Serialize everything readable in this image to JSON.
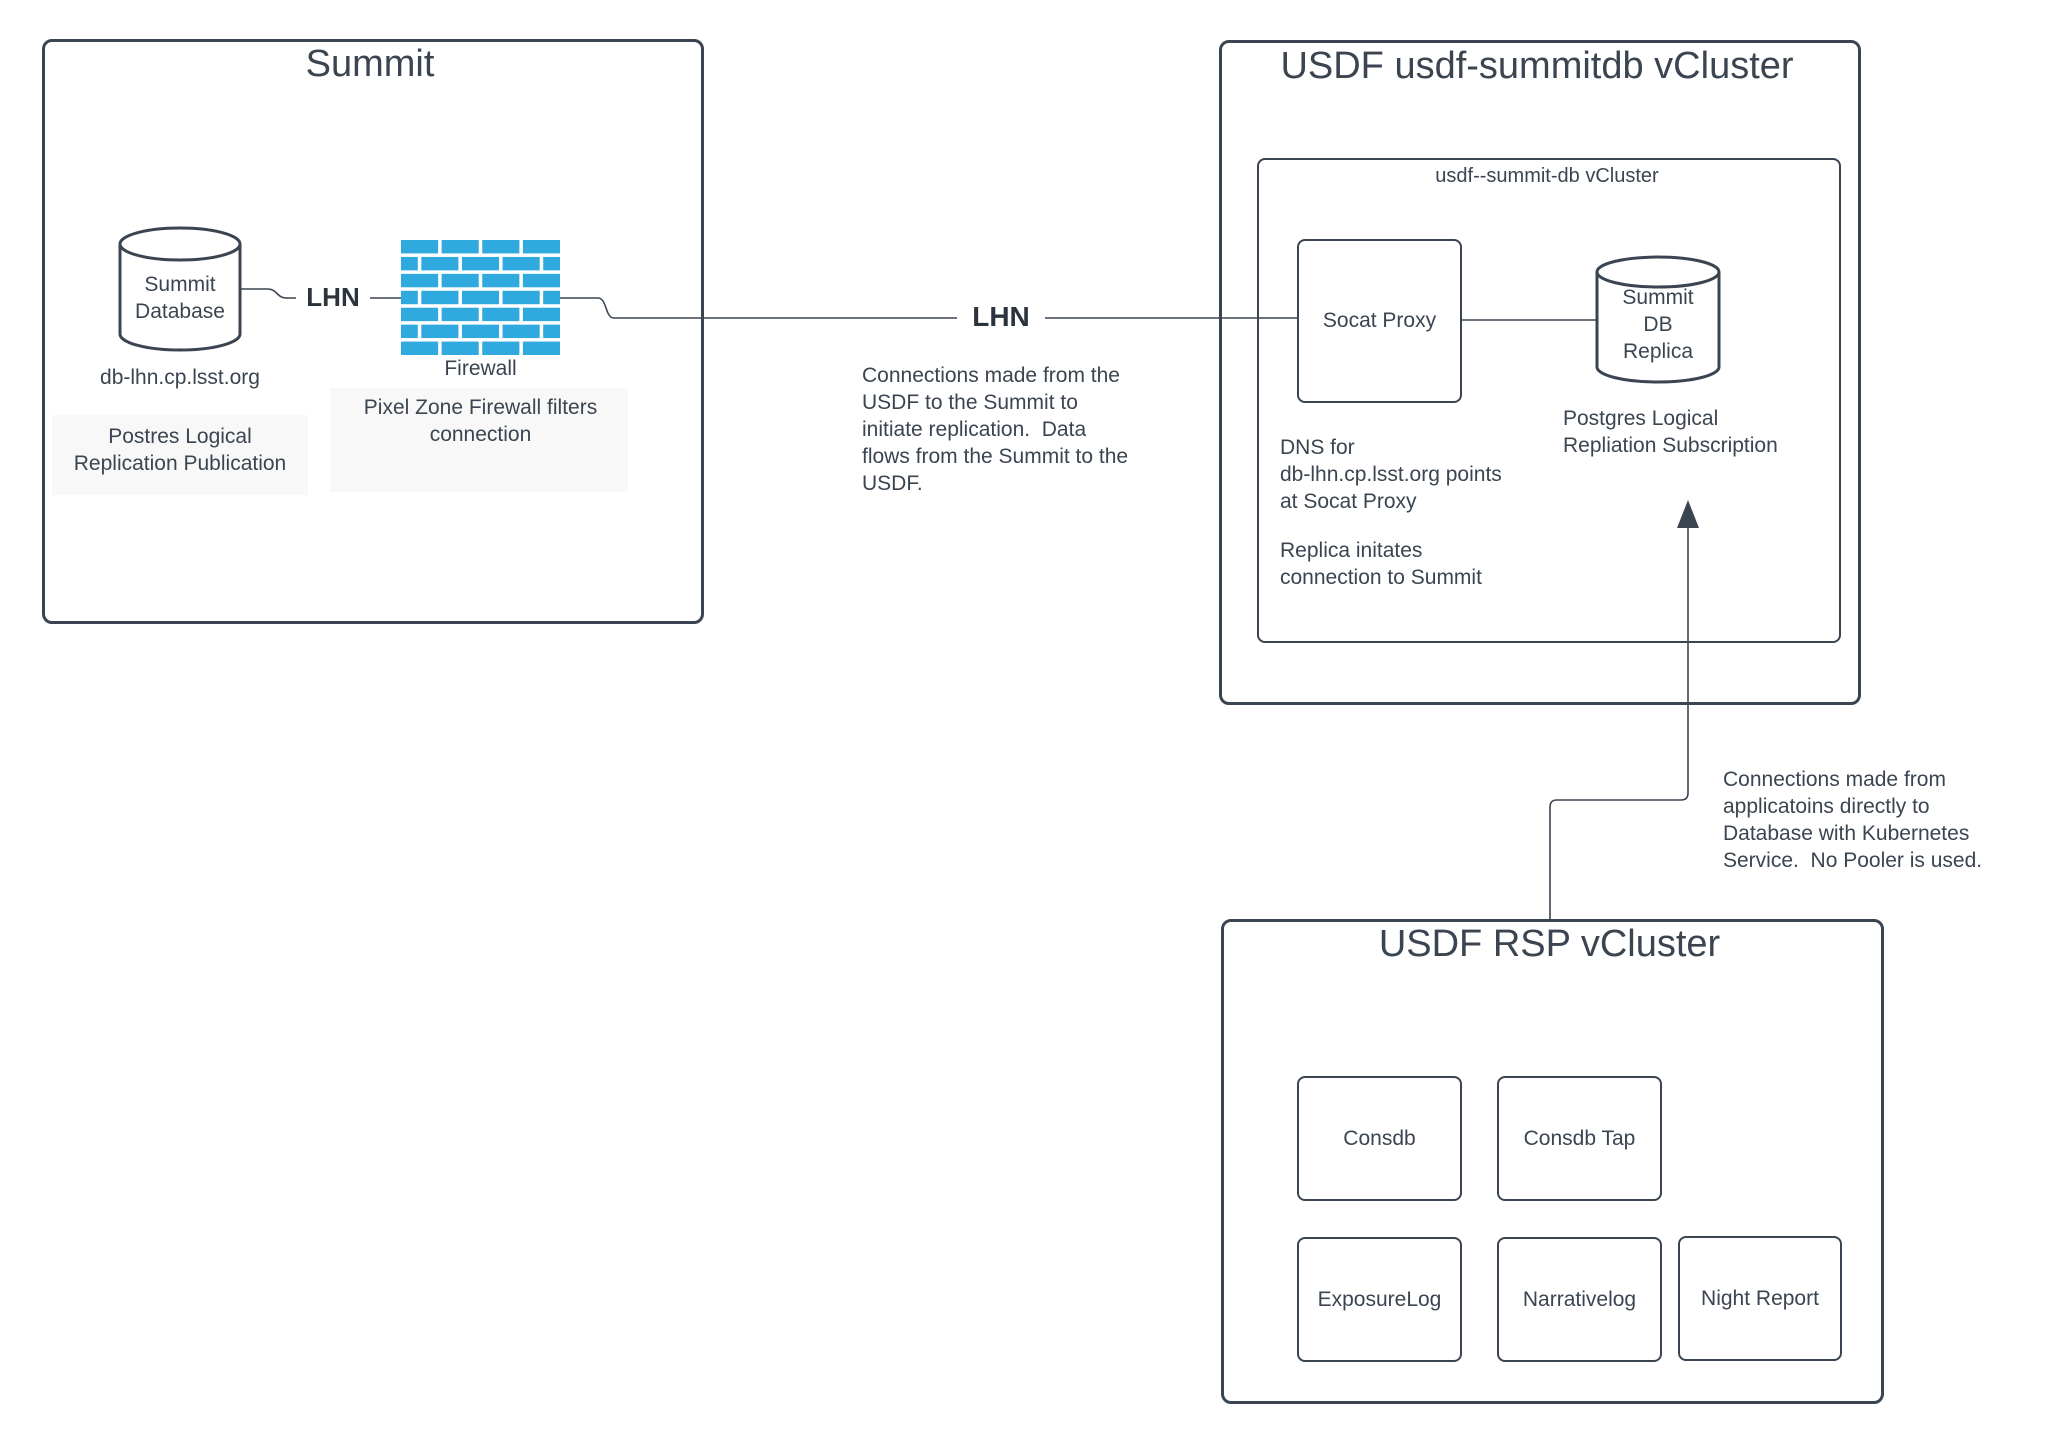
{
  "summit": {
    "title": "Summit",
    "database": {
      "label": "Summit\nDatabase",
      "hostname": "db-lhn.cp.lsst.org",
      "note": "Postres Logical\nReplication Publication"
    },
    "firewall": {
      "label": "Firewall",
      "note": "Pixel Zone Firewall filters\nconnection"
    },
    "lhn_label": "LHN"
  },
  "link": {
    "lhn_label": "LHN",
    "note": "Connections made from the\nUSDF to the Summit to\ninitiate replication.  Data\nflows from the Summit to the\nUSDF."
  },
  "usdf_summitdb": {
    "title": "USDF usdf-summitdb vCluster",
    "inner_title": "usdf--summit-db vCluster",
    "socat_proxy_label": "Socat Proxy",
    "replica": {
      "label": "Summit\nDB\nReplica",
      "note": "Postgres Logical\nRepliation Subscription"
    },
    "dns_note": "DNS for\ndb-lhn.cp.lsst.org points\nat Socat Proxy",
    "replica_note": "Replica initates\nconnection to Summit"
  },
  "app_link": {
    "note": "Connections made from\napplicatoins directly to\nDatabase with Kubernetes\nService.  No Pooler is used."
  },
  "usdf_rsp": {
    "title": "USDF RSP vCluster",
    "services": [
      "Consdb",
      "Consdb Tap",
      "ExposureLog",
      "Narrativelog",
      "Night Report"
    ]
  },
  "colors": {
    "stroke": "#3b4551",
    "firewall_brick": "#2fa9de"
  }
}
